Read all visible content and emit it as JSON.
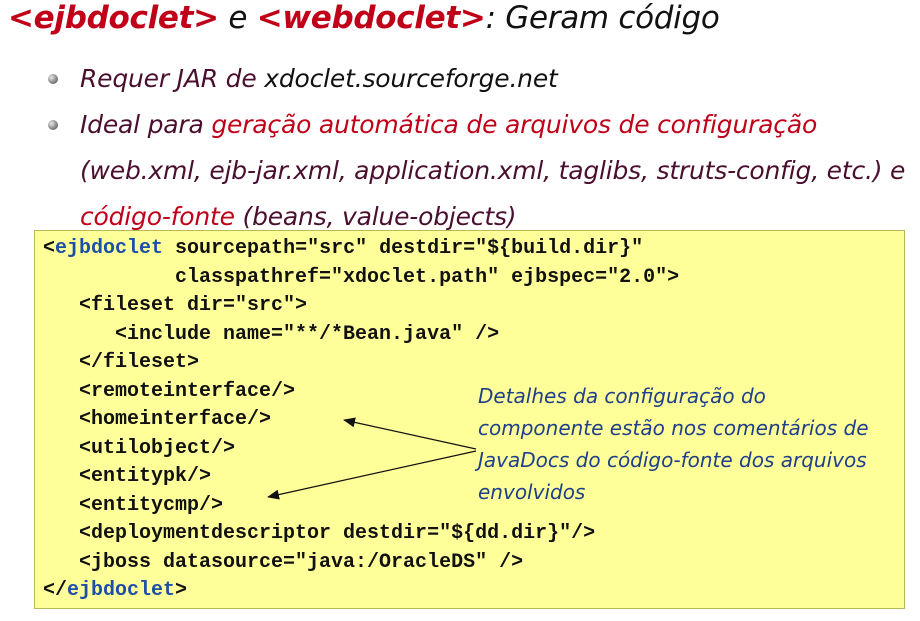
{
  "title": {
    "tag1": "<ejbdoclet>",
    "conj": " e ",
    "tag2": "<webdoclet>",
    "rest": ": Geram código"
  },
  "bullets": {
    "b1": {
      "text_a": "Requer JAR de ",
      "text_b": "xdoclet.sourceforge.net"
    },
    "b2": {
      "text_a": "Ideal para ",
      "text_red1": "geração automática de arquivos de configuração",
      "text_b": " (web.xml, ejb-jar.xml, application.xml, taglibs, struts-config, etc.) e ",
      "text_red2": "código-fonte",
      "text_c": " (beans, value-objects)"
    }
  },
  "code": {
    "l01_open": "<",
    "l01_tag": "ejbdoclet",
    "l01_rest": " sourcepath=\"src\" destdir=\"${build.dir}\"",
    "l02": "           classpathref=\"xdoclet.path\" ejbspec=\"2.0\">",
    "l03": "   <fileset dir=\"src\">",
    "l04": "      <include name=\"**/*Bean.java\" />",
    "l05": "   </fileset>",
    "l06": "   <remoteinterface/>",
    "l07": "   <homeinterface/>",
    "l08": "   <utilobject/>",
    "l09": "   <entitypk/>",
    "l10": "   <entitycmp/>",
    "l11": "   <deploymentdescriptor destdir=\"${dd.dir}\"/>",
    "l12": "   <jboss datasource=\"java:/OracleDS\" />",
    "l13_open": "</",
    "l13_tag": "ejbdoclet",
    "l13_close": ">"
  },
  "note": "Detalhes da configuração do componente estão nos comentários de JavaDocs do código-fonte dos arquivos envolvidos",
  "colors": {
    "title_red": "#c00018",
    "bullet_text": "#4a0f2e",
    "code_bg": "#ffff99",
    "note_blue": "#1f3f8a",
    "tag_blue": "#1c4fa8"
  }
}
